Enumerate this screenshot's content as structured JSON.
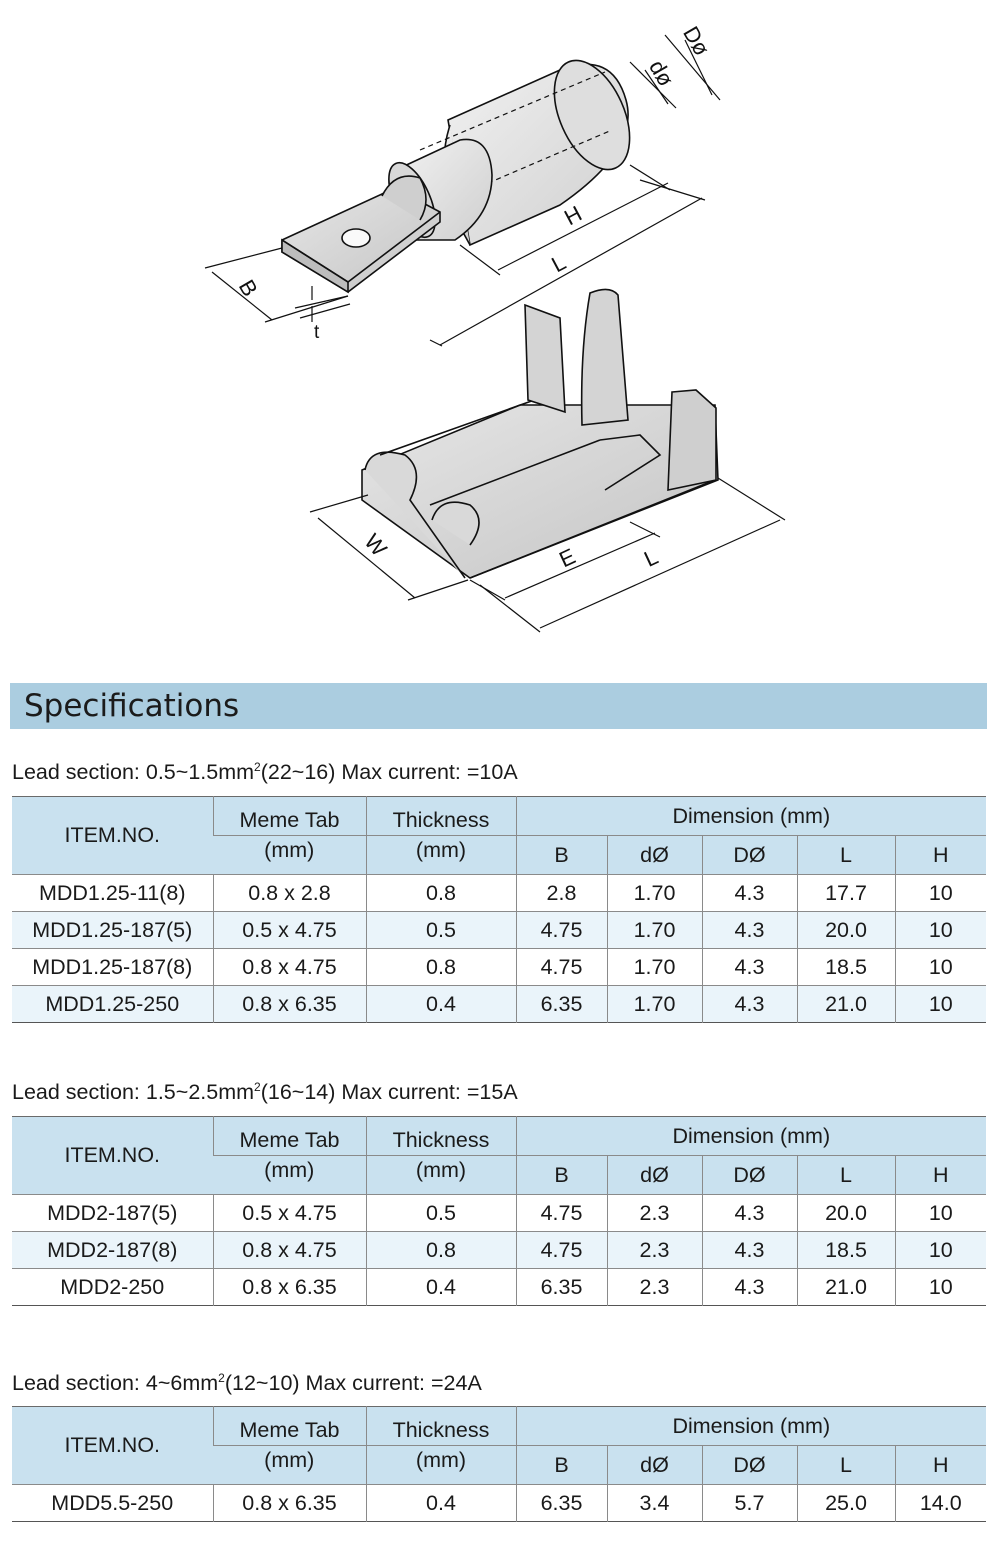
{
  "drawing": {
    "labels": {
      "D_outer": "Dø",
      "d_inner": "dø",
      "H": "H",
      "L": "L",
      "B": "B",
      "t": "t",
      "W": "W",
      "E": "E",
      "L2": "L"
    }
  },
  "heading": "Specifications",
  "column_headers": {
    "item": "ITEM.NO.",
    "tab_line1": "Meme Tab",
    "tab_line2": "(mm)",
    "thick_line1": "Thickness",
    "thick_line2": "(mm)",
    "dimension": "Dimension (mm)",
    "b": "B",
    "d": "dØ",
    "D": "DØ",
    "l": "L",
    "h": "H"
  },
  "sections": [
    {
      "title_pre": "Lead section: 0.5~1.5mm",
      "title_sup": "2",
      "title_post": "(22~16) Max current: =10A",
      "rows": [
        [
          "MDD1.25-11(8)",
          "0.8 x 2.8",
          "0.8",
          "2.8",
          "1.70",
          "4.3",
          "17.7",
          "10"
        ],
        [
          "MDD1.25-187(5)",
          "0.5 x 4.75",
          "0.5",
          "4.75",
          "1.70",
          "4.3",
          "20.0",
          "10"
        ],
        [
          "MDD1.25-187(8)",
          "0.8 x 4.75",
          "0.8",
          "4.75",
          "1.70",
          "4.3",
          "18.5",
          "10"
        ],
        [
          "MDD1.25-250",
          "0.8 x 6.35",
          "0.4",
          "6.35",
          "1.70",
          "4.3",
          "21.0",
          "10"
        ]
      ]
    },
    {
      "title_pre": "Lead section: 1.5~2.5mm",
      "title_sup": "2",
      "title_post": "(16~14) Max current: =15A",
      "rows": [
        [
          "MDD2-187(5)",
          "0.5 x 4.75",
          "0.5",
          "4.75",
          "2.3",
          "4.3",
          "20.0",
          "10"
        ],
        [
          "MDD2-187(8)",
          "0.8 x 4.75",
          "0.8",
          "4.75",
          "2.3",
          "4.3",
          "18.5",
          "10"
        ],
        [
          "MDD2-250",
          "0.8 x 6.35",
          "0.4",
          "6.35",
          "2.3",
          "4.3",
          "21.0",
          "10"
        ]
      ]
    },
    {
      "title_pre": "Lead section: 4~6mm",
      "title_sup": "2",
      "title_post": "(12~10) Max current: =24A",
      "rows": [
        [
          "MDD5.5-250",
          "0.8 x 6.35",
          "0.4",
          "6.35",
          "3.4",
          "5.7",
          "25.0",
          "14.0"
        ]
      ]
    }
  ],
  "colors": {
    "heading_bar": "#abcde0",
    "table_header": "#c9e1ef",
    "row_stripe": "#eaf4fa"
  }
}
